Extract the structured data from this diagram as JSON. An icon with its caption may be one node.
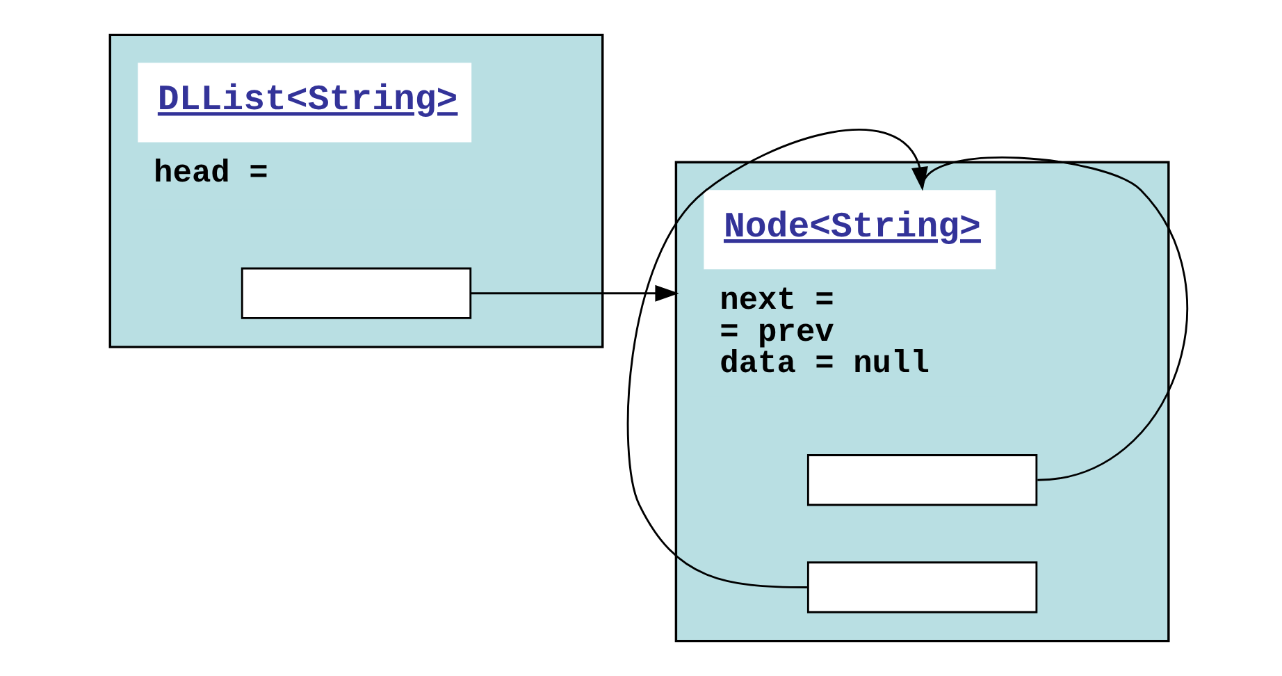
{
  "diagram": {
    "nodes": [
      {
        "text": [
          "DLList<String>",
          "head ="
        ]
      },
      {
        "text": [],
        "shape": "box",
        "in": 0
      },
      {
        "text": [
          "Node<String>",
          "next =",
          "= prev",
          "data = null"
        ]
      },
      {
        "text": [],
        "shape": "box",
        "in": 2
      },
      {
        "text": [],
        "shape": "box",
        "in": 2
      }
    ],
    "edges": [
      {
        "from": 1,
        "to": 2,
        "arrow": "to"
      },
      {
        "from": 3,
        "to": 2,
        "arrow": "to"
      },
      {
        "from": 4,
        "to": 2,
        "arrow": "to"
      }
    ]
  }
}
